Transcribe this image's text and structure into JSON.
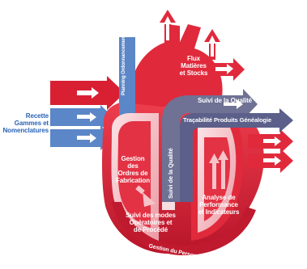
{
  "diagram": {
    "colors": {
      "red": "#e12a3c",
      "dark_red": "#b51226",
      "pink": "#f6c3c9",
      "blue": "#5b86c7",
      "grey_blue": "#5b5f8a",
      "slate": "#6f7294",
      "white": "#ffffff"
    },
    "labels": {
      "flux": "Flux\nMatières\net Stocks",
      "planning": "Planning\nOrdonnancement",
      "recette": "Recette\nGammes et\nNomenclatures",
      "suivi_qualite_top": "Suivi de la Qualité",
      "tracabilite": "Traçabilité Produits Généalogie",
      "gestion_ordres": "Gestion\ndes\nOrdres de\nFabrication",
      "suivi_qualite_vertical": "Suivi de la Qualité",
      "analyse": "Analyse de\nPerformance\net Indicateurs",
      "suivi_modes": "Suivi des modes\nOpératoires et\nde Procédé",
      "gestion_personnel": "Gestion du Personnel et Equipes"
    }
  }
}
